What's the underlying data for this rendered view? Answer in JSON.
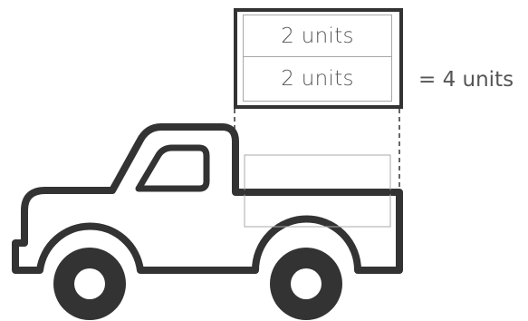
{
  "box": {
    "rows": [
      {
        "label": "2 units"
      },
      {
        "label": "2 units"
      }
    ]
  },
  "total": {
    "label": "= 4 units"
  },
  "colors": {
    "stroke": "#333333",
    "outline": "#a8a8a8",
    "text": "#555555",
    "wheel_hub": "#ffffff"
  }
}
